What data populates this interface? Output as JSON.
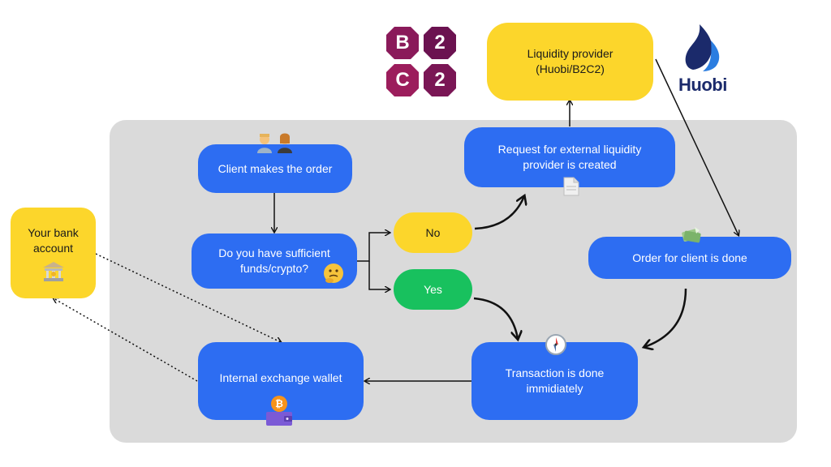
{
  "nodes": {
    "client_order": "Client makes the order",
    "sufficient_funds": "Do you have sufficient\nfunds/crypto?",
    "no": "No",
    "yes": "Yes",
    "request_external": "Request for external liquidity\nprovider is created",
    "liquidity_provider": "Liquidity provider\n(Huobi/B2C2)",
    "order_done": "Order for client is done",
    "transaction_done": "Transaction is done\nimmidiately",
    "internal_wallet": "Internal exchange wallet",
    "bank_account": "Your bank\naccount"
  },
  "logos": {
    "b2c2": [
      "B",
      "2",
      "C",
      "2"
    ],
    "huobi_wordmark": "Huobi"
  },
  "icons": [
    "people-icon",
    "thinking-face-icon",
    "document-icon",
    "money-icon",
    "compass-icon",
    "bank-icon",
    "bitcoin-wallet-icon",
    "huobi-flame-icon"
  ],
  "colors": {
    "blue": "#2d6df2",
    "yellow": "#fcd62b",
    "green": "#18c15e",
    "panel": "#dadada",
    "b2c2": "#8a1a5a",
    "huobi": "#1b2a6b"
  }
}
